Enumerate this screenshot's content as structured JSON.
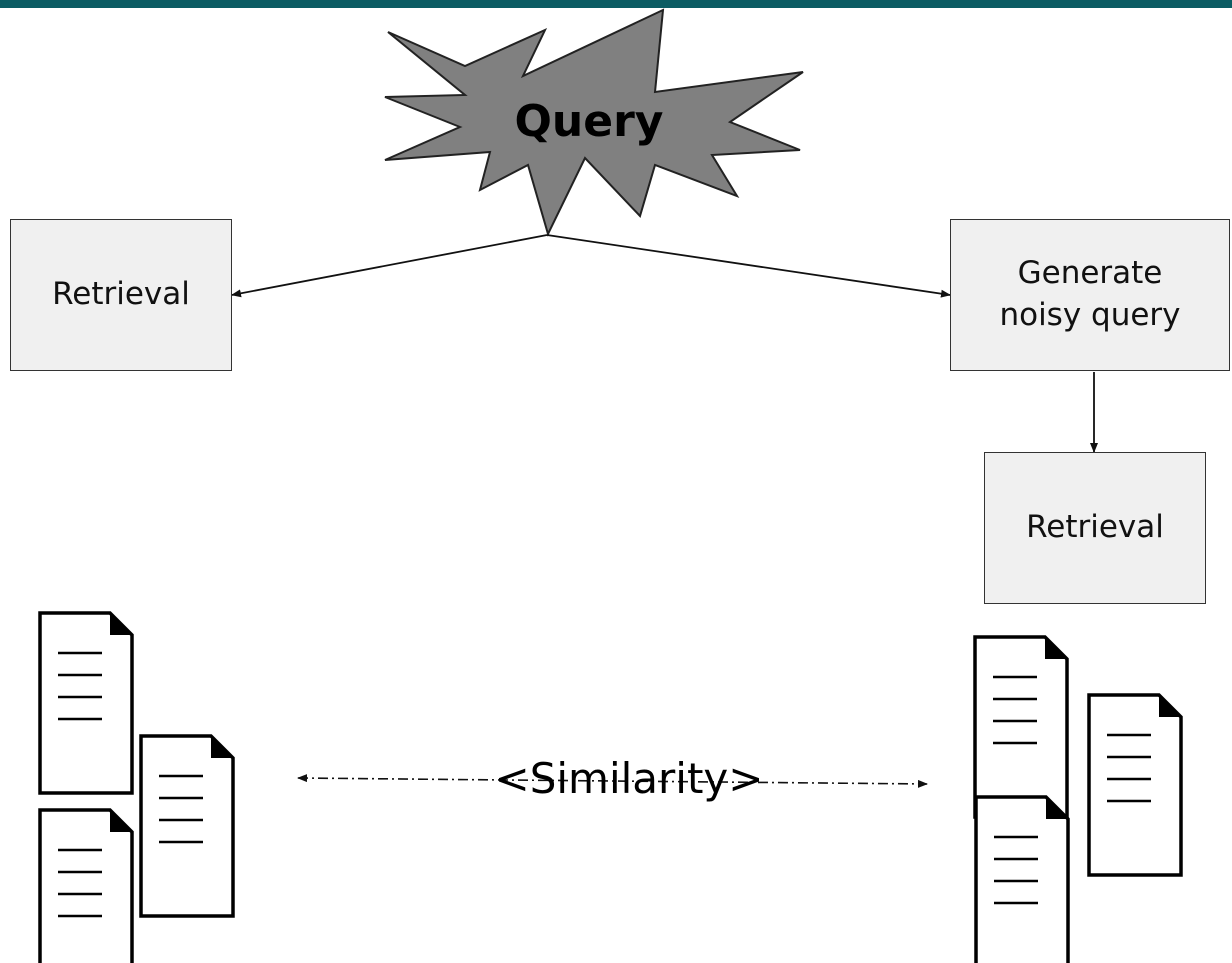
{
  "header_bar_color": "#0b5c63",
  "query": {
    "label": "Query",
    "fill": "#808080"
  },
  "boxes": {
    "retrieval_left": "Retrieval",
    "generate_noisy_query_line1": "Generate",
    "generate_noisy_query_line2": "noisy query",
    "retrieval_right": "Retrieval"
  },
  "similarity_label": "<Similarity>",
  "icons": {
    "document": "document-icon"
  }
}
